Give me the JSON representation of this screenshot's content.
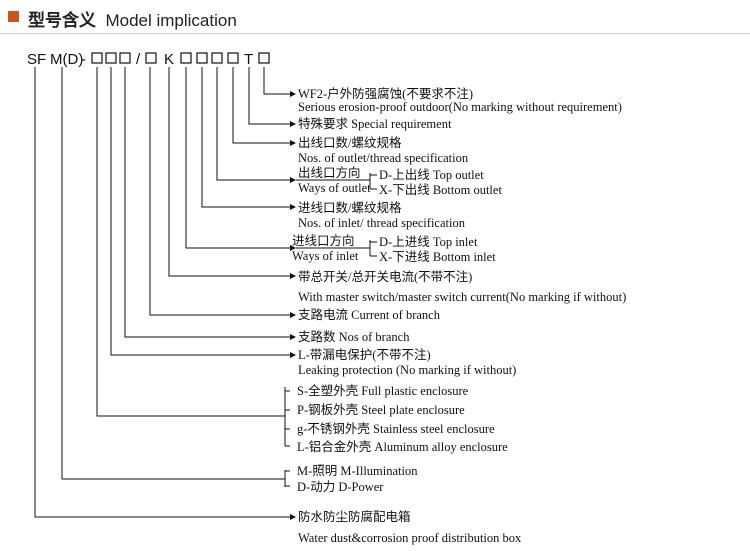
{
  "header": {
    "title_zh": "型号含义",
    "title_en": "Model implication",
    "accent_color": "#c8561e"
  },
  "code": {
    "sf": "SF",
    "m": "M(D)",
    "dash": "-",
    "slash": "/",
    "k": "K",
    "t": "T"
  },
  "labels": {
    "wf2_zh": "WF2-户外防强腐蚀(不要求不注)",
    "wf2_en": "Serious erosion-proof outdoor(No marking without requirement)",
    "special_zh": "特殊要求 Special requirement",
    "outlet_no_zh": "出线口数/螺纹规格",
    "outlet_no_en": "Nos. of outlet/thread specification",
    "outlet_way_zh": "出线口方向",
    "outlet_way_en": "Ways of outlet",
    "outlet_d": "D-上出线  Top outlet",
    "outlet_x": "X-下出线  Bottom  outlet",
    "inlet_no_zh": "进线口数/螺纹规格",
    "inlet_no_en": "Nos. of inlet/ thread specification",
    "inlet_way_zh": "进线口方向",
    "inlet_way_en": "Ways of inlet",
    "inlet_d": "D-上进线  Top inlet",
    "inlet_x": "X-下进线  Bottom  inlet",
    "switch_zh": "带总开关/总开关电流(不带不注)",
    "switch_en": "With master switch/master switch current(No marking if without)",
    "branch_current": "支路电流 Current of branch",
    "branch_nos": "支路数 Nos  of branch",
    "leak_zh": "L-带漏电保护(不带不注)",
    "leak_en": "Leaking  protection (No  marking if without)",
    "enc_s": "S-全塑外壳  Full  plastic enclosure",
    "enc_p": "P-钢板外壳  Steel  plate enclosure",
    "enc_g": "g-不锈钢外壳  Stainless  steel  enclosure",
    "enc_l": "L-铝合金外壳  Aluminum alloy enclosure",
    "m_illum": "M-照明 M-Illumination",
    "d_power": "D-动力 D-Power",
    "box_zh": "防水防尘防腐配电箱",
    "box_en": "Water  dust&corrosion  proof  distribution box"
  }
}
